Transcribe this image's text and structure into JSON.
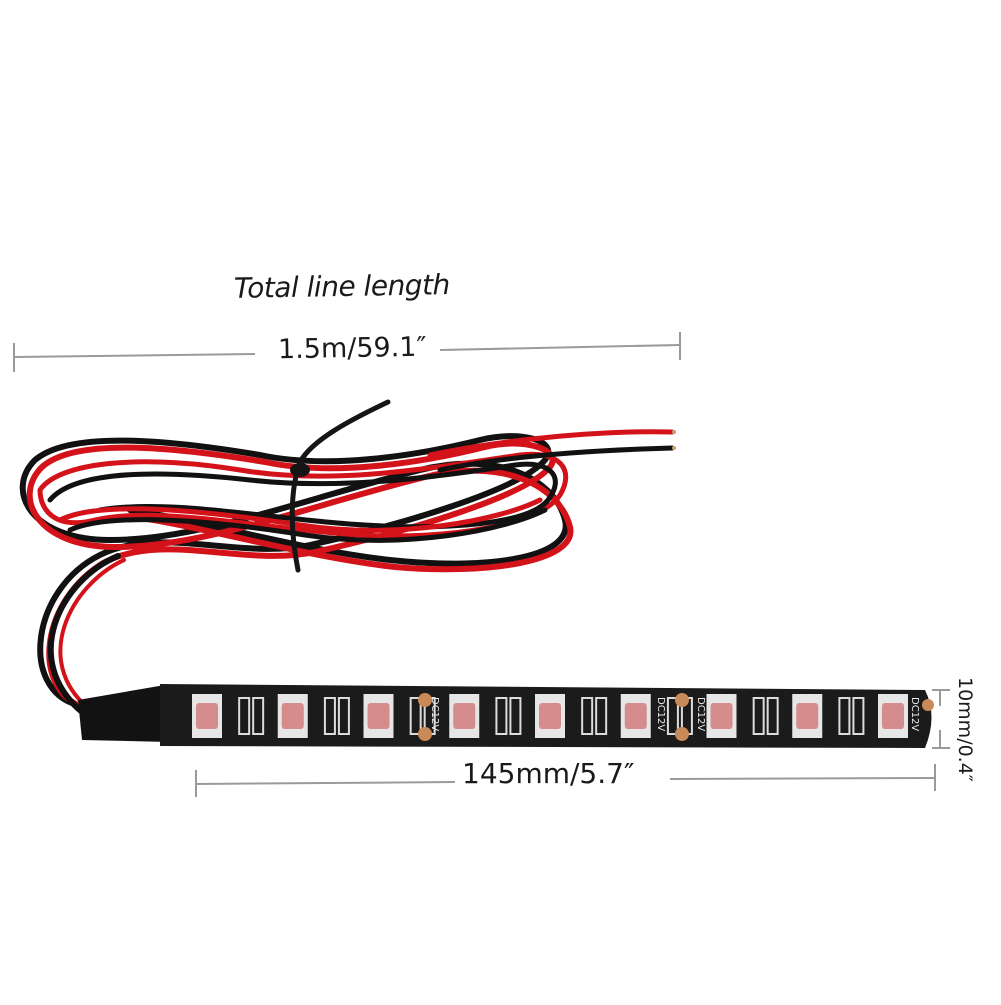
{
  "annotations": {
    "title": "Total line length",
    "total_length": "1.5m/59.1″",
    "strip_length": "145mm/5.7″",
    "strip_width": "10mm/0.4″"
  },
  "pcb_marking": "DC12V",
  "led_count": 9,
  "colors": {
    "background": "#ffffff",
    "red_wire": "#d4121a",
    "black_wire": "#111111",
    "pcb": "#1b1b1b",
    "led_lens": "#d48c8c",
    "solder_pad": "#c98a5a",
    "dimension_line": "#9a9a9a"
  }
}
